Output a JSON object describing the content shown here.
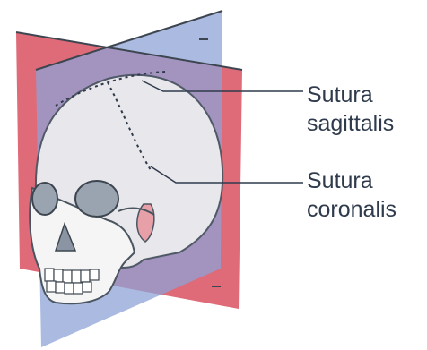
{
  "labels": {
    "sagittal_line1": "Sutura",
    "sagittal_line2": "sagittalis",
    "coronal_line1": "Sutura",
    "coronal_line2": "coronalis"
  },
  "colors": {
    "sagittal_plane": "#d95060",
    "coronal_plane": "#7d93cc",
    "skull": "#f2f2f2",
    "outline": "#4a5560",
    "label_text": "#2f3b4c"
  }
}
